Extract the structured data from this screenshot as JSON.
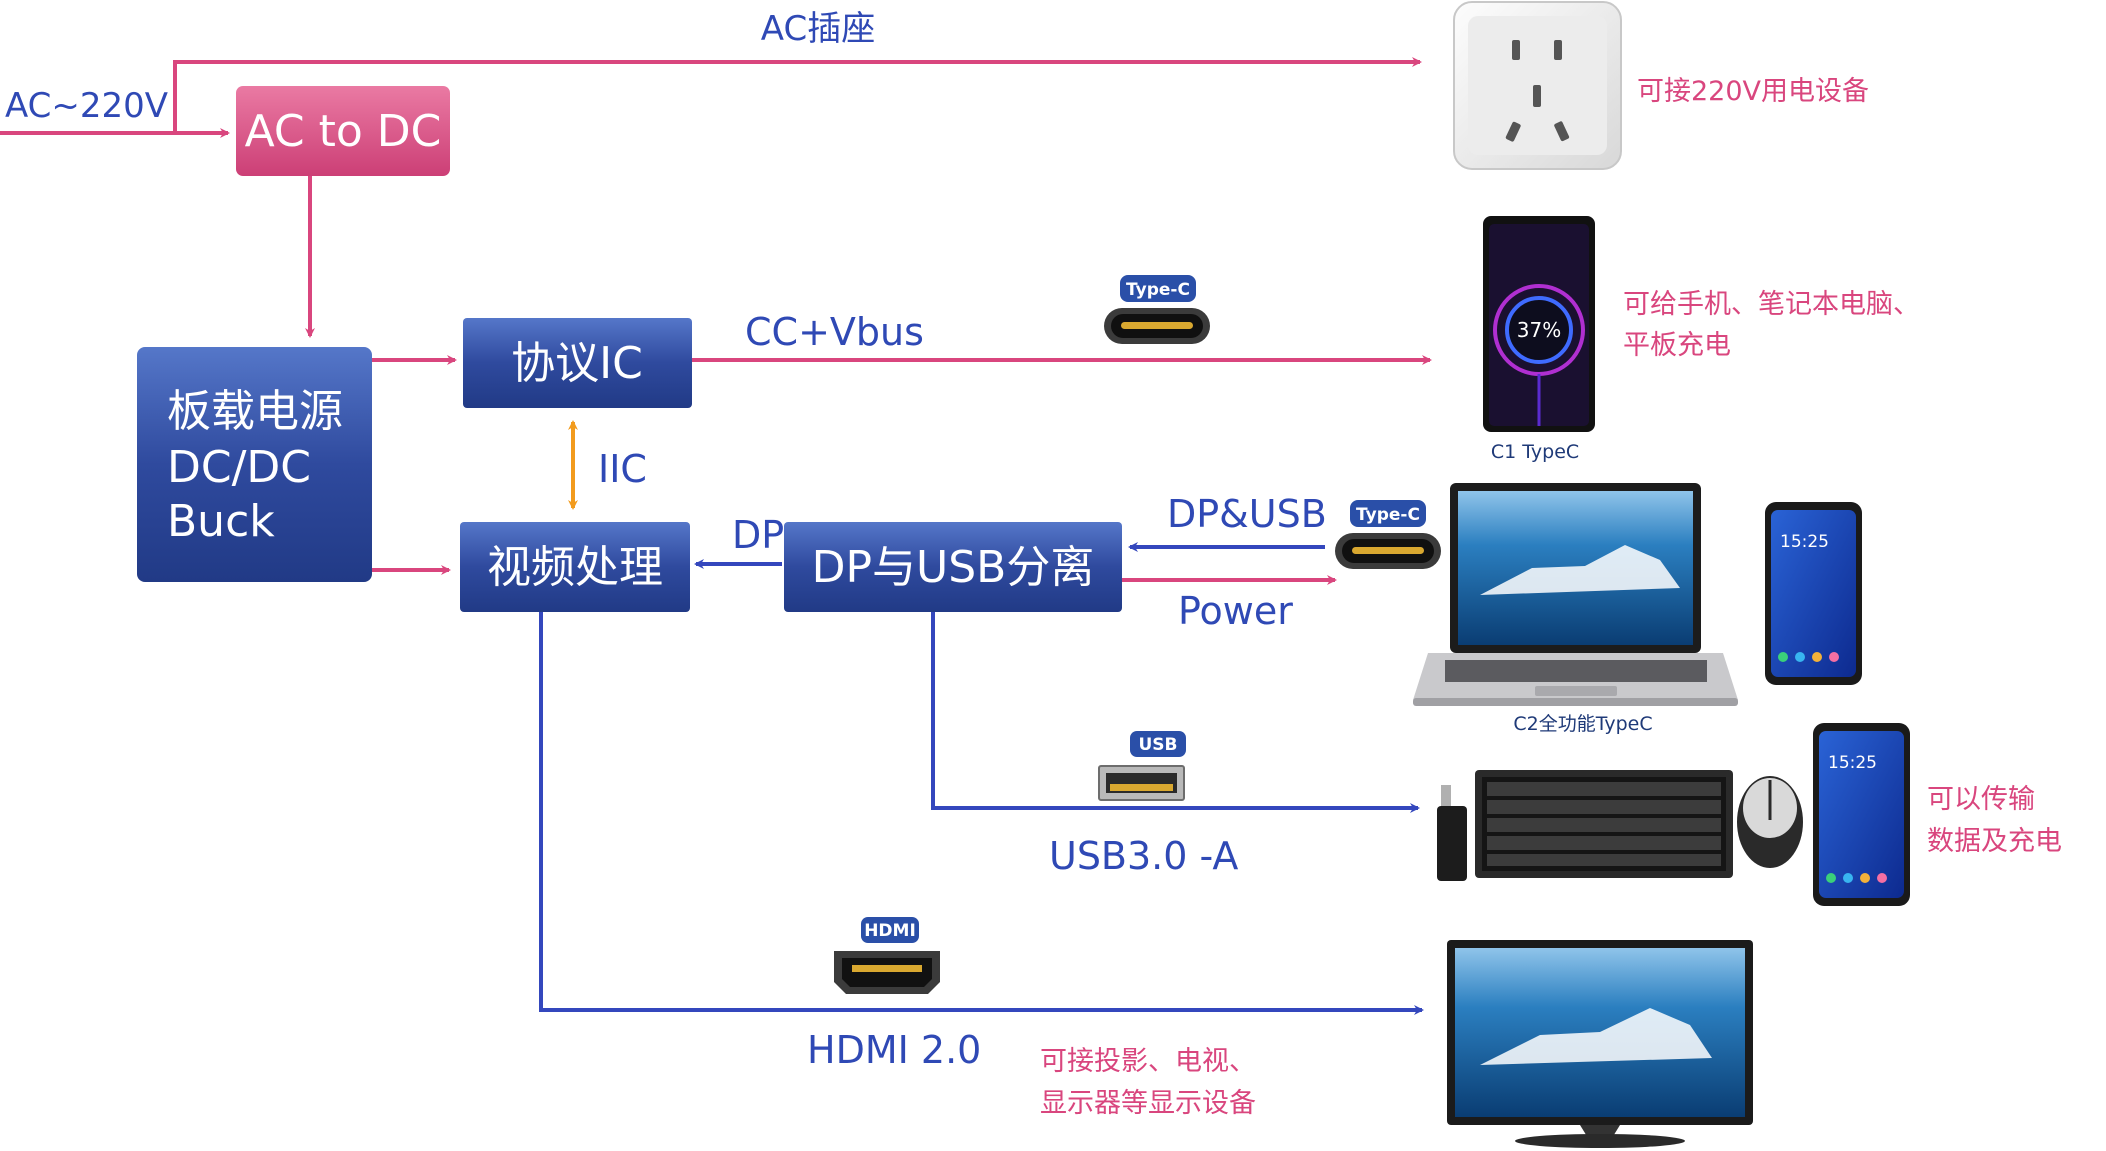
{
  "inputs": {
    "ac_input": "AC~220V",
    "ac_socket": "AC插座"
  },
  "boxes": {
    "ac_dc": "AC to DC",
    "power": [
      "板载电源",
      "DC/DC",
      "Buck"
    ],
    "protocol_ic": "协议IC",
    "video": "视频处理",
    "dp_usb": "DP与USB分离"
  },
  "links": {
    "iic": "IIC",
    "dp": "DP",
    "cc_vbus": "CC+Vbus",
    "dp_usb": "DP&USB",
    "power": "Power",
    "usb3": "USB3.0 -A",
    "hdmi": "HDMI 2.0"
  },
  "badges": {
    "typec1": "Type-C",
    "typec2": "Type-C",
    "usb": "USB",
    "hdmi": "HDMI"
  },
  "captions": {
    "c1": "C1 TypeC",
    "c2": "C2全功能TypeC",
    "battery": "37%",
    "phone_time": "15:25"
  },
  "notes": {
    "socket": "可接220V用电设备",
    "c1": [
      "可给手机、笔记本电脑、",
      "平板充电"
    ],
    "usb": [
      "可以传输",
      "数据及充电"
    ],
    "hdmi": [
      "可接投影、电视、",
      "显示器等显示设备"
    ]
  },
  "colors": {
    "pink": "#d9467e",
    "blue": "#3447bd",
    "ac_box": "#d9578a",
    "box": "#2f4a9e"
  },
  "icons": [
    "wall-socket-icon",
    "smartphone-icon",
    "laptop-icon",
    "keyboard-icon",
    "mouse-icon",
    "usb-dongle-icon",
    "monitor-icon",
    "typec-port-icon",
    "usb-port-icon",
    "hdmi-port-icon"
  ]
}
